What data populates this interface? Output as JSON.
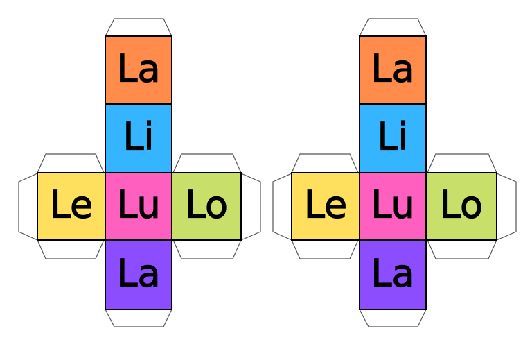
{
  "nets": [
    {
      "faces": [
        {
          "label": "La",
          "color": "#ff8c4b"
        },
        {
          "label": "Li",
          "color": "#35b4ff"
        },
        {
          "label": "Lu",
          "color": "#ff60c0"
        },
        {
          "label": "Le",
          "color": "#ffe05e"
        },
        {
          "label": "Lo",
          "color": "#c8e06a"
        },
        {
          "label": "La",
          "color": "#8c4cff"
        }
      ]
    },
    {
      "faces": [
        {
          "label": "La",
          "color": "#ff8c4b"
        },
        {
          "label": "Li",
          "color": "#35b4ff"
        },
        {
          "label": "Lu",
          "color": "#ff60c0"
        },
        {
          "label": "Le",
          "color": "#ffe05e"
        },
        {
          "label": "Lo",
          "color": "#c8e06a"
        },
        {
          "label": "La",
          "color": "#8c4cff"
        }
      ]
    }
  ],
  "colors": {
    "outline": "#000000",
    "tab_fill": "#ffffff",
    "tab_stroke": "#555555"
  }
}
